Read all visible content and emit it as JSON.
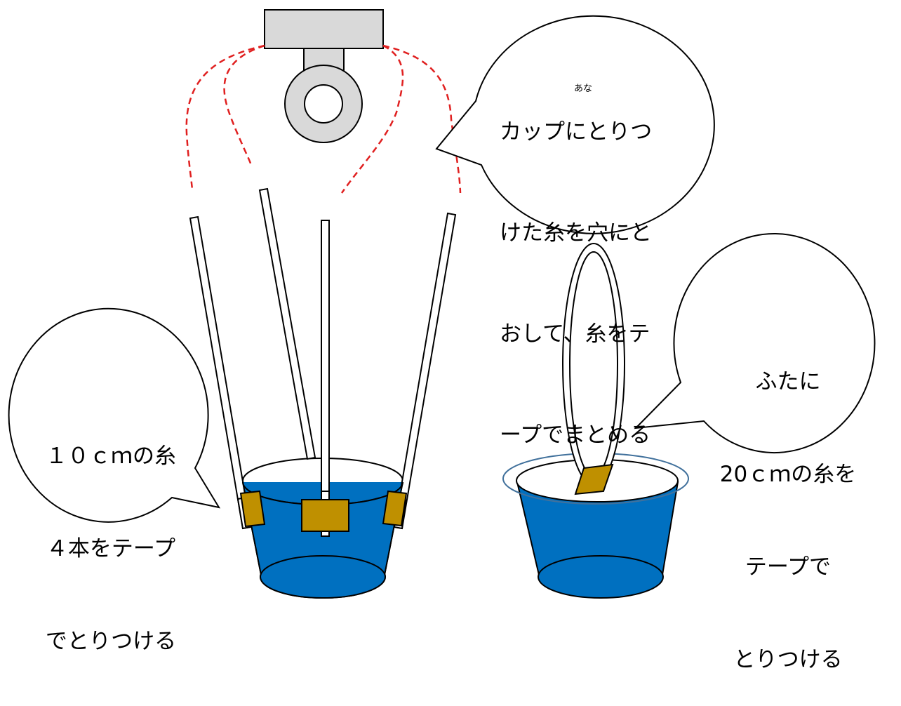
{
  "bubbles": {
    "top_right": {
      "lines": [
        "カップにとりつ",
        "けた糸を穴にと",
        "おして、糸をテ",
        "ープでまとめる"
      ],
      "ruby": "あな"
    },
    "left": {
      "lines": [
        "１０ｃｍの糸",
        "４本をテープ",
        "でとりつける"
      ]
    },
    "right": {
      "lines": [
        "ふたに",
        "20ｃｍの糸を",
        "テープで",
        "とりつける"
      ]
    }
  },
  "colors": {
    "cup_blue": "#0070c0",
    "tape": "#bf9000",
    "dashed_string": "#e02020",
    "mount_gray": "#d9d9d9"
  }
}
